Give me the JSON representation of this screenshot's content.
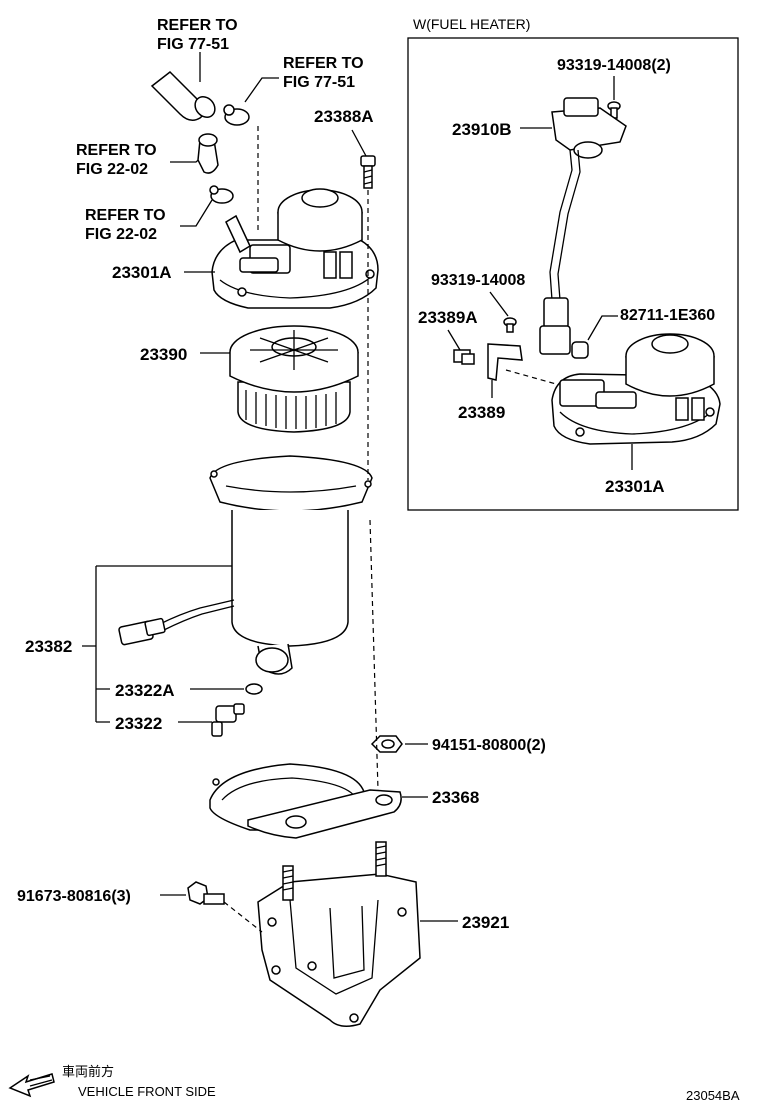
{
  "labels": {
    "p23301A": "23301A",
    "p23390": "23390",
    "p23382": "23382",
    "p23322A": "23322A",
    "p23322": "23322",
    "p23388A": "23388A",
    "p94151": "94151-80800(2)",
    "p23368": "23368",
    "p91673": "91673-80816(3)",
    "p23921": "23921"
  },
  "refs": {
    "r1_line1": "REFER TO",
    "r1_line2": "FIG 77-51",
    "r2_line1": "REFER TO",
    "r2_line2": "FIG 77-51",
    "r3_line1": "REFER TO",
    "r3_line2": "FIG 22-02",
    "r4_line1": "REFER TO",
    "r4_line2": "FIG 22-02"
  },
  "inset": {
    "title": "W(FUEL HEATER)",
    "p93319_2": "93319-14008(2)",
    "p23910B": "23910B",
    "p93319": "93319-14008",
    "p23389A": "23389A",
    "p82711": "82711-1E360",
    "p23389": "23389",
    "p23301A": "23301A"
  },
  "footer": {
    "japanese": "車両前方",
    "front_side": "VEHICLE FRONT SIDE",
    "figure_code": "23054BA"
  }
}
